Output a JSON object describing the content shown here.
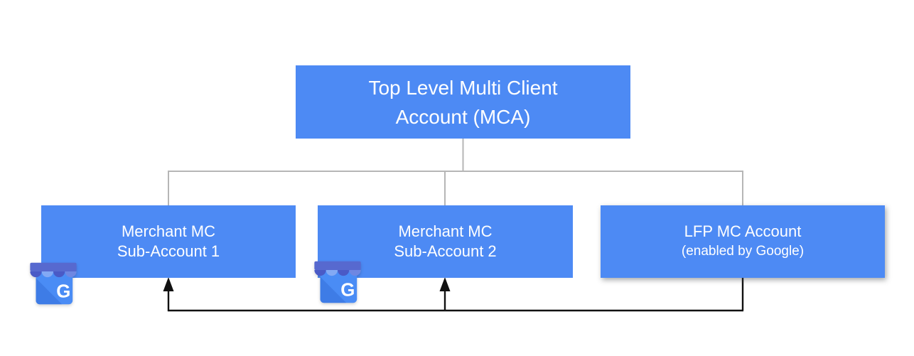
{
  "diagram": {
    "title_node": {
      "line1": "Top Level Multi Client",
      "line2": "Account (MCA)"
    },
    "sub_accounts": [
      {
        "line1": "Merchant MC",
        "line2": "Sub-Account 1"
      },
      {
        "line1": "Merchant MC",
        "line2": "Sub-Account 2"
      },
      {
        "line1": "LFP MC Account",
        "line2": "(enabled by Google)"
      }
    ],
    "gmb_icon_letter": "G"
  },
  "colors": {
    "background": "#ffffff",
    "node_fill": "#4d8af4",
    "node_text": "#ffffff",
    "tree_connector_gray": "#b6b6b6",
    "feedback_arrow_black": "#111111",
    "gmb_awning_band": "#5769cf",
    "gmb_scallop_dark": "#4a5ac6",
    "gmb_scallop_light": "#83a9f4",
    "gmb_scallop_medium": "#6e87e2",
    "gmb_body_blue": "#4a8cf5",
    "gmb_fold_blue": "#3e7ce6"
  }
}
